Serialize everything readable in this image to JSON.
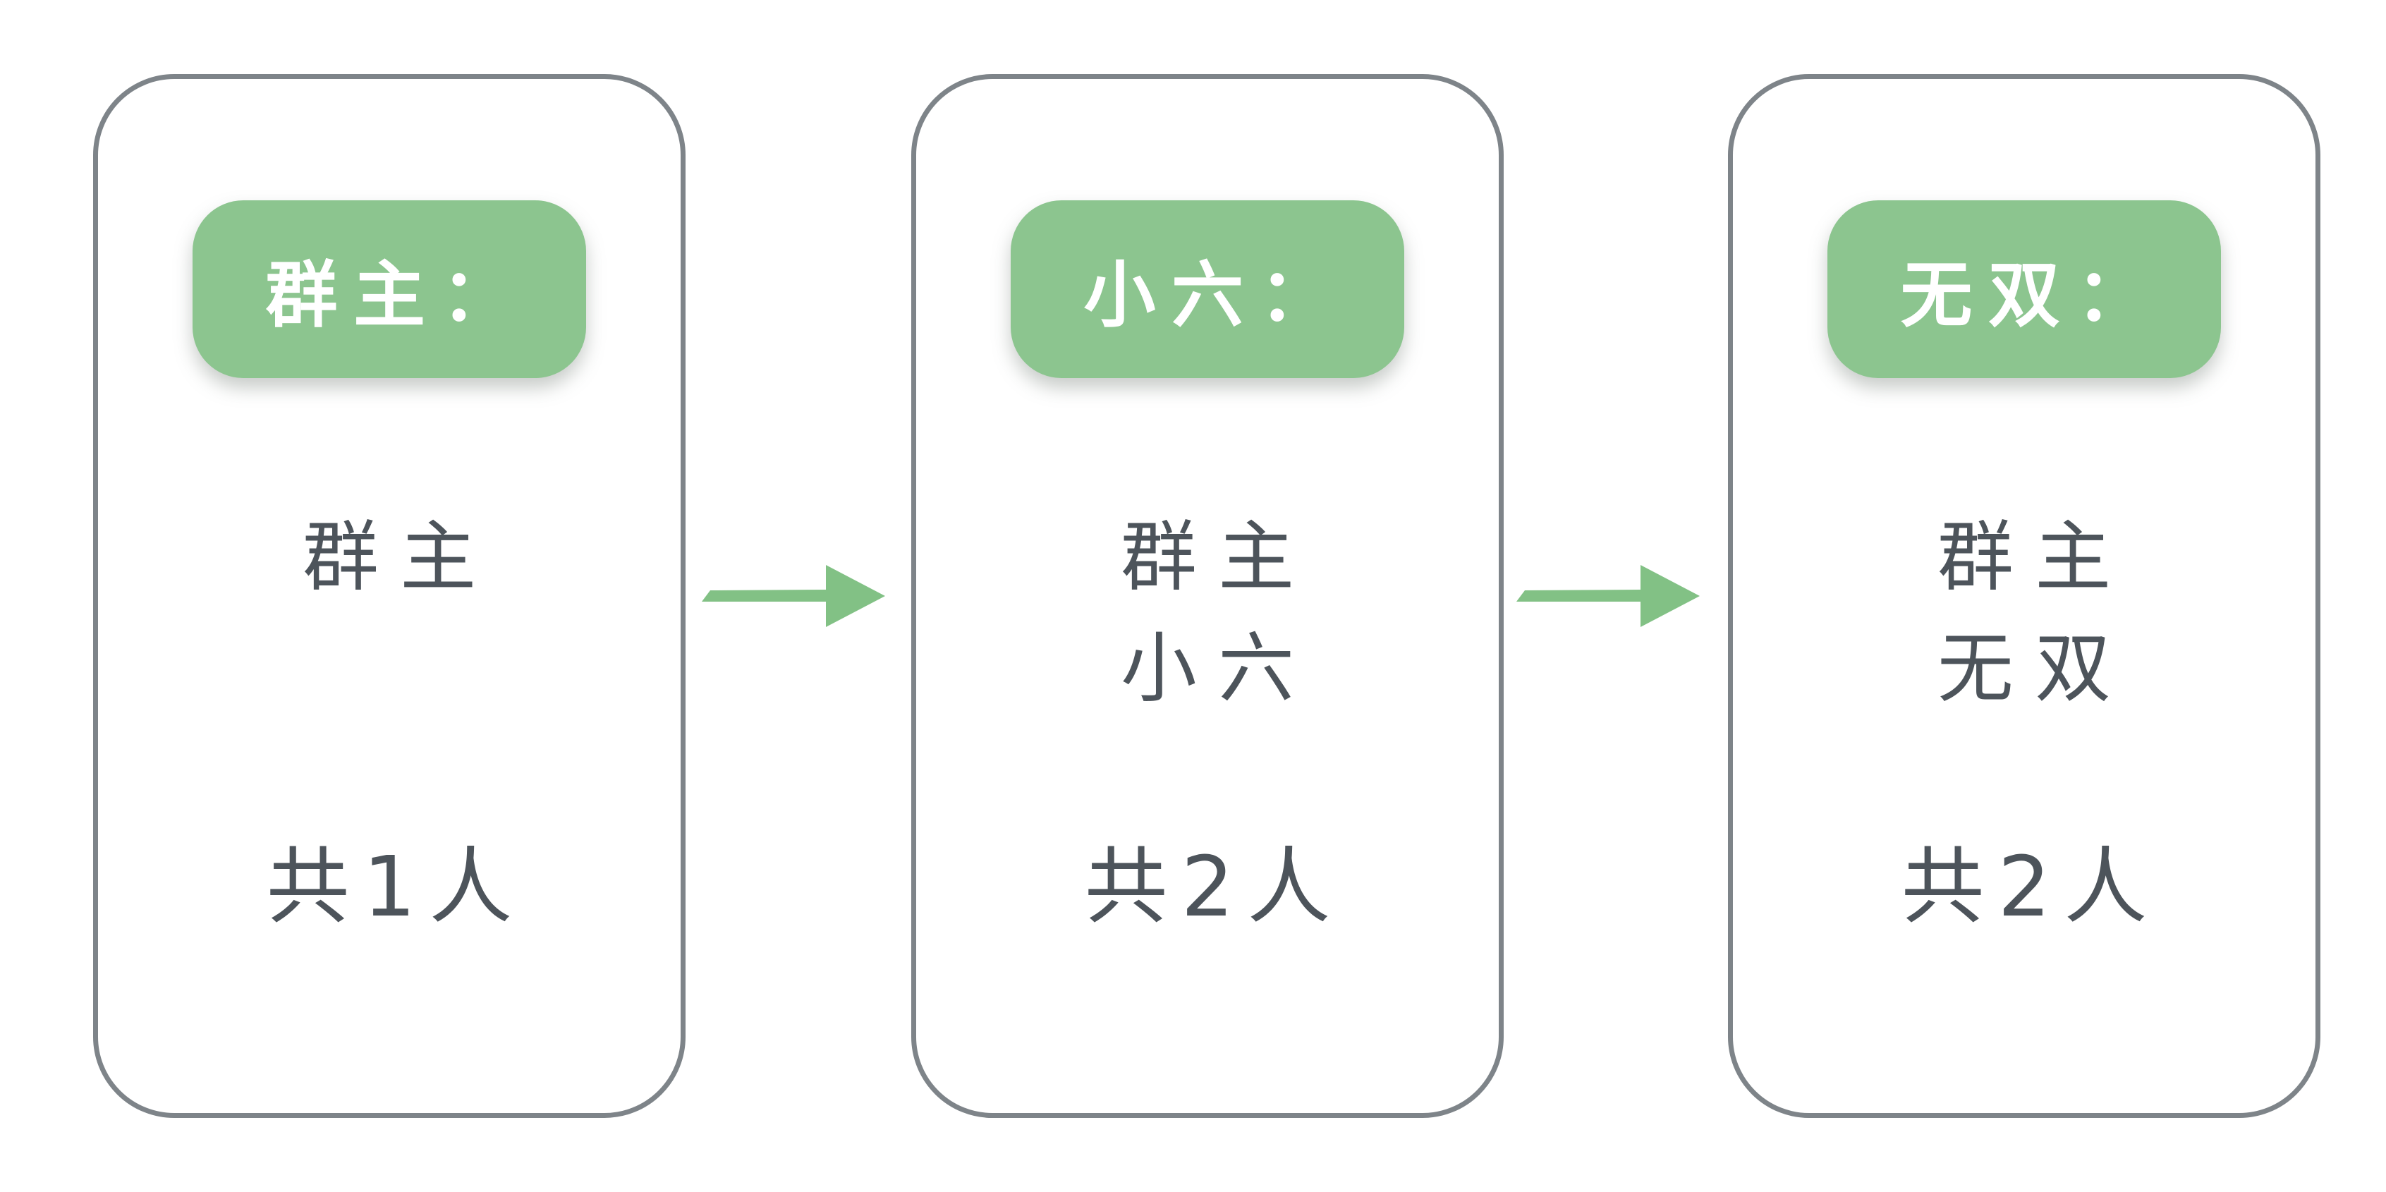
{
  "colors": {
    "background": "#ffffff",
    "card_border": "#7e8489",
    "badge_green": "#8cc58f",
    "badge_text": "#ffffff",
    "arrow_green": "#82c185",
    "text_dark": "#4d545b"
  },
  "flow": {
    "steps": [
      {
        "badge_label": "群主：",
        "members": [
          "群主"
        ],
        "count": "共1人"
      },
      {
        "badge_label": "小六：",
        "members": [
          "群主",
          "小六"
        ],
        "count": "共2人"
      },
      {
        "badge_label": "无双：",
        "members": [
          "群主",
          "无双"
        ],
        "count": "共2人"
      }
    ]
  }
}
